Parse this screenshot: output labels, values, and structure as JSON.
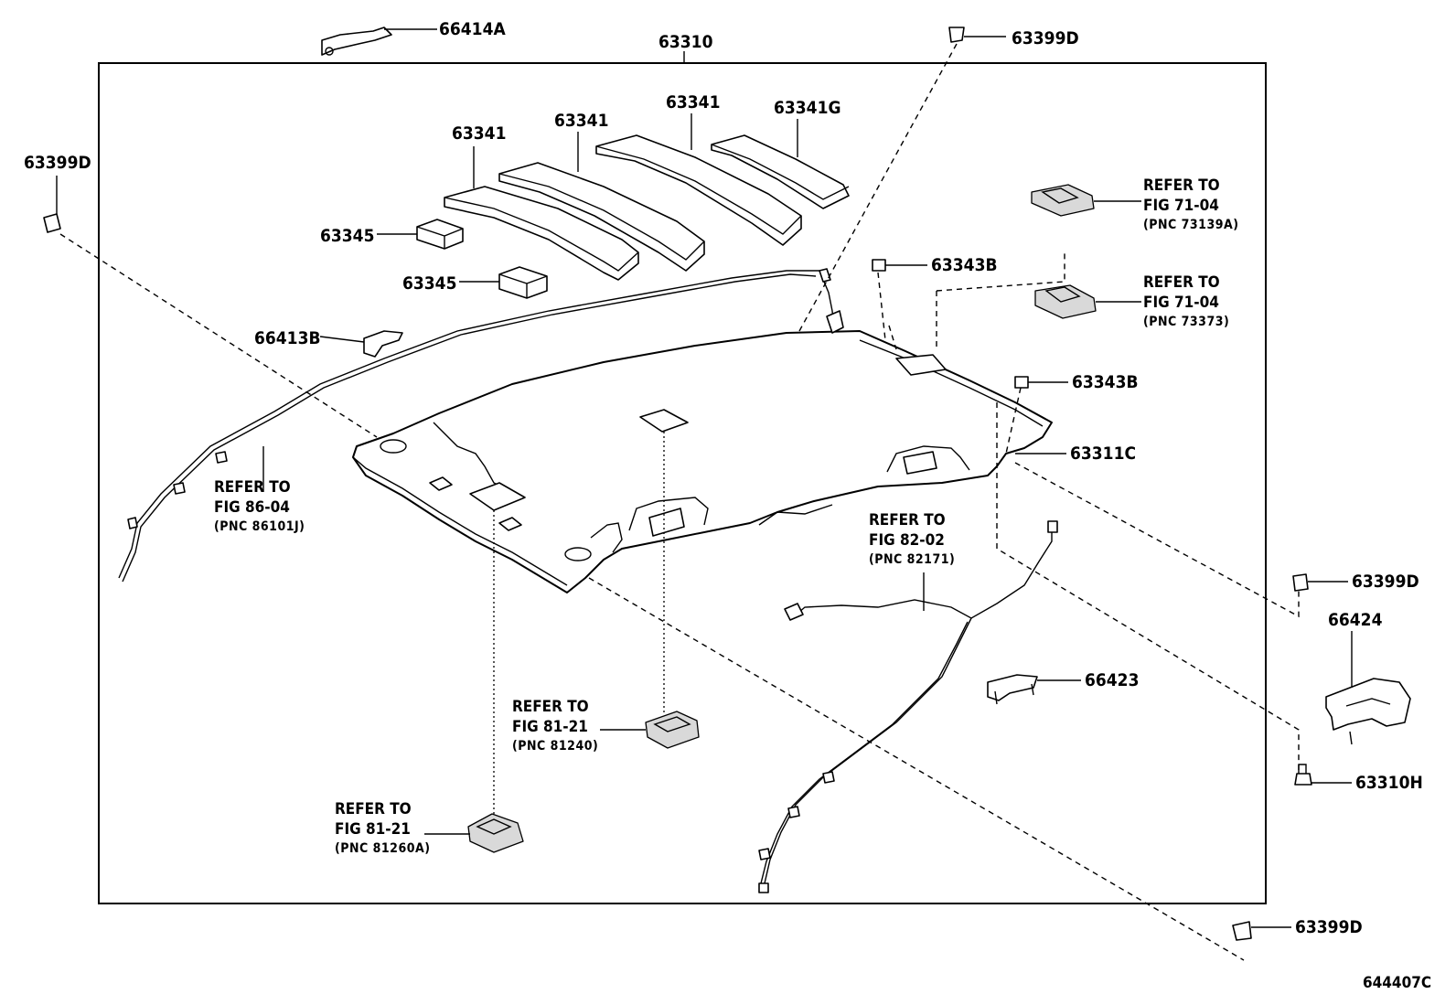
{
  "labels": {
    "p66414A": "66414A",
    "p63310": "63310",
    "p63399D_top": "63399D",
    "p63399D_left": "63399D",
    "p63399D_right": "63399D",
    "p63399D_bottom": "63399D",
    "p63341_a": "63341",
    "p63341_b": "63341",
    "p63341_c": "63341",
    "p63341G": "63341G",
    "p63345_a": "63345",
    "p63345_b": "63345",
    "p66413B": "66413B",
    "p63343B_a": "63343B",
    "p63343B_b": "63343B",
    "p63311C": "63311C",
    "p66424": "66424",
    "p66423": "66423",
    "p63310H": "63310H",
    "code": "644407C"
  },
  "refs": {
    "r71_04_a": {
      "l1": "REFER TO",
      "l2": "FIG 71-04",
      "l3": "(PNC 73139A)"
    },
    "r71_04_b": {
      "l1": "REFER TO",
      "l2": "FIG 71-04",
      "l3": "(PNC 73373)"
    },
    "r86_04": {
      "l1": "REFER TO",
      "l2": "FIG 86-04",
      "l3": "(PNC 86101J)"
    },
    "r82_02": {
      "l1": "REFER TO",
      "l2": "FIG 82-02",
      "l3": "(PNC 82171)"
    },
    "r81_21_a": {
      "l1": "REFER TO",
      "l2": "FIG 81-21",
      "l3": "(PNC 81240)"
    },
    "r81_21_b": {
      "l1": "REFER TO",
      "l2": "FIG 81-21",
      "l3": "(PNC 81260A)"
    }
  }
}
